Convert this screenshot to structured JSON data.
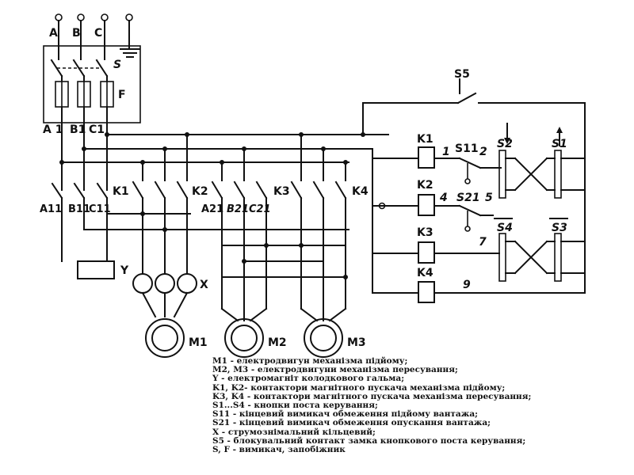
{
  "labels": {
    "phase_a": "A",
    "phase_b": "B",
    "phase_c": "C",
    "switch_s": "S",
    "fuse_f": "F",
    "a1": "A 1",
    "b1": "B1",
    "c1": "C1",
    "a11": "A11",
    "b11": "B11",
    "c11": "C11",
    "k1_power": "K1",
    "k2_power": "K2",
    "a21": "A21",
    "b21": "B21",
    "c21": "C21",
    "k3_power": "K3",
    "k4_power": "K4",
    "y": "Y",
    "x": "X",
    "m1": "M1",
    "m2": "M2",
    "m3": "M3",
    "s5": "S5",
    "k1_coil": "K1",
    "k2_coil": "K2",
    "k3_coil": "K3",
    "k4_coil": "K4",
    "s11": "S11",
    "s21": "S21",
    "s1": "S1",
    "s2": "S2",
    "s3": "S3",
    "s4": "S4",
    "n1": "1",
    "n2": "2",
    "n4": "4",
    "n5": "5",
    "n7": "7",
    "n9": "9"
  },
  "legend": [
    "M1 - електродвигун механізма підйому;",
    "M2, M3 - електродвигуни механізма пересування;",
    "Y - електромагніт колодкового гальма;",
    "K1, K2- контактори магнітного пускача механізма підйому;",
    "K3, K4 - контактори магнітного пускача механізма пересування;",
    "S1...S4 - кнопки поста керування;",
    "S11 - кінцевий вимикач обмеження підйому вантажа;",
    "S21 - кінцевий вимикач обмеження опускання вантажа;",
    "X - струмознімальний кільцевий;",
    "S5 - блокувальний контакт замка кнопкового поста керування;",
    "S, F - вимикач, запобіжник"
  ]
}
